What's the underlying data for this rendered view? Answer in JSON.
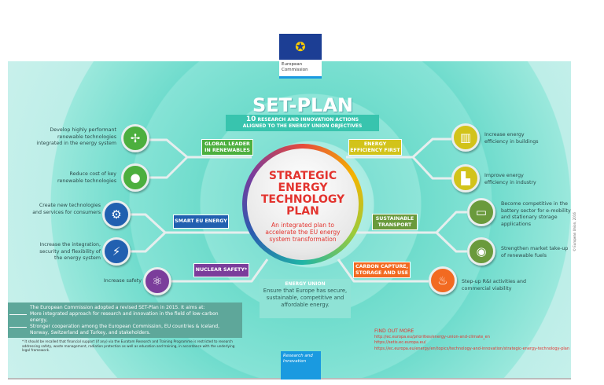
{
  "logo": {
    "line1": "European",
    "line2": "Commission"
  },
  "title": "SET-PLAN",
  "banner": {
    "number": "10",
    "line1": "RESEARCH AND INNOVATION ACTIONS",
    "line2": "ALIGNED TO THE ENERGY UNION OBJECTIVES"
  },
  "center": {
    "title": [
      "STRATEGIC",
      "ENERGY",
      "TECHNOLOGY",
      "PLAN"
    ],
    "subtitle": "An integrated plan to accelerate the EU energy system transformation"
  },
  "labels": {
    "global": "GLOBAL LEADER IN RENEWABLES",
    "efficiency": "ENERGY EFFICIENCY FIRST",
    "smart": "SMART EU ENERGY",
    "transport": "SUSTAINABLE TRANSPORT",
    "nuclear": "NUCLEAR SAFETY*",
    "ccs": "CARBON CAPTURE, STORAGE AND USE"
  },
  "actions": {
    "a1": "Develop highly performant renewable technologies integrated in the energy system",
    "a2": "Reduce cost of key renewable technologies",
    "a3": "Create new technologies and services for consumers",
    "a4": "Increase the integration, security and flexibility of the energy system",
    "a5": "Increase safety",
    "a6": "Increase energy efficiency in buildings",
    "a7": "Improve energy efficiency in industry",
    "a8": "Become competitive in the battery sector for e-mobility and stationary storage applications",
    "a9": "Strengthen market take-up of renewable fuels",
    "a10": "Step-up R&I activities and commercial viability"
  },
  "energy_union": {
    "heading": "ENERGY UNION",
    "text": "Ensure that Europe has secure, sustainable, competitive and affordable energy."
  },
  "info": {
    "intro": "The European Commission adopted a revised SET-Plan in 2015. It aims at:",
    "bullets": [
      "More integrated approach for research and innovation in the field of low-carbon energy,",
      "Stronger cooperation among the European Commission, EU countries & Iceland, Norway, Switzerland and Turkey, and stakeholders."
    ]
  },
  "footnote": "* It should be recalled that financial support (if any) via the Euratom Research and Training Programme is restricted to research addressing safety, waste management, radiation protection as well as education and training, in accordance with the underlying legal framework.",
  "research_box": "Research and Innovation",
  "find_out_more": {
    "heading": "FIND OUT MORE",
    "links": [
      "http://ec.europa.eu/priorities/energy-union-and-climate_en",
      "https://setis.ec.europa.eu/",
      "https://ec.europa.eu/energy/en/topics/technology-and-innovation/strategic-energy-technology-plan"
    ]
  },
  "copyright": "© European Union, 2016",
  "colors": {
    "green": "#4caf3e",
    "yellow": "#d2c31a",
    "blue": "#2160b0",
    "olive": "#6a9a3c",
    "purple": "#7b3d9b",
    "orange": "#f26a21",
    "teal": "#38c4ae"
  }
}
